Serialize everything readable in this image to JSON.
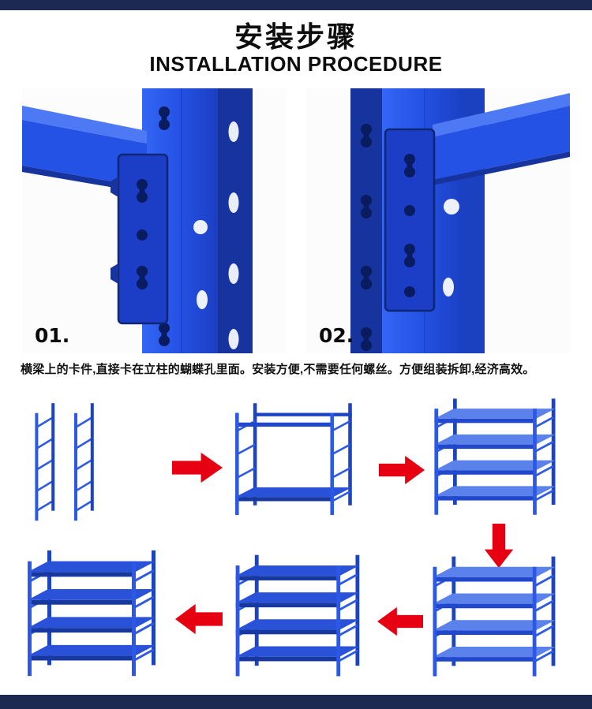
{
  "header": {
    "title": "安装步骤",
    "subtitle": "INSTALLATION PROCEDURE"
  },
  "photos": [
    {
      "label": "01."
    },
    {
      "label": "02."
    }
  ],
  "description": "横梁上的卡件,直接卡在立柱的蝴蝶孔里面。安装方便,不需要任何螺丝。方便组装拆卸,经济高效。",
  "assembly": {
    "stages": [
      {
        "icon": "rack-side-frames-icon"
      },
      {
        "icon": "rack-frame-bottom-shelf-icon"
      },
      {
        "icon": "rack-four-shelves-icon"
      },
      {
        "icon": "rack-four-shelves-icon"
      },
      {
        "icon": "rack-solid-shelves-icon"
      },
      {
        "icon": "rack-complete-icon"
      }
    ],
    "arrows": [
      "arrow-right-icon",
      "arrow-right-icon",
      "arrow-down-icon",
      "arrow-left-icon",
      "arrow-left-icon"
    ]
  },
  "colors": {
    "bar_navy": "#1c2950",
    "rack_blue": "#2c58e8",
    "arrow_red": "#e60012",
    "text_black": "#111111"
  }
}
